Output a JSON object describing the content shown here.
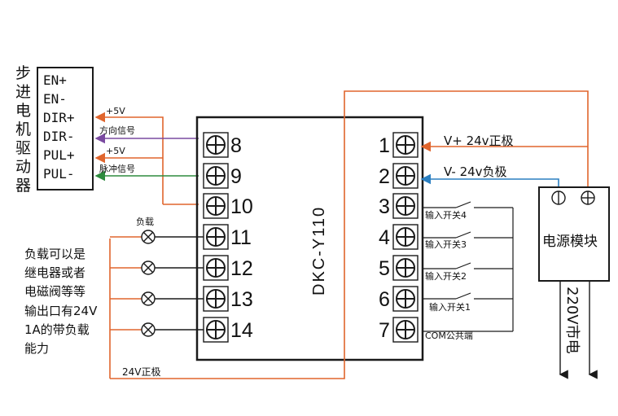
{
  "driver": {
    "label": "步进电机驱动器",
    "pins": [
      "EN+",
      "EN-",
      "DIR+",
      "DIR-",
      "PUL+",
      "PUL-"
    ]
  },
  "signals": {
    "plus5v_a": "+5V",
    "direction": "方向信号",
    "plus5v_b": "+5V",
    "pulse": "脉冲信号"
  },
  "controller": {
    "model": "DKC-Y110",
    "left_terminals": [
      "8",
      "9",
      "10",
      "11",
      "12",
      "13",
      "14"
    ],
    "right_terminals": [
      "1",
      "2",
      "3",
      "4",
      "5",
      "6",
      "7"
    ]
  },
  "right_labels": {
    "v_plus": "V+ 24v正极",
    "v_minus": "V- 24v负极",
    "input4": "输入开关4",
    "input3": "输入开关3",
    "input2": "输入开关2",
    "input1": "输入开关1",
    "com": "COM公共端"
  },
  "power_module": {
    "label": "电源模块",
    "mains": "220V市电"
  },
  "load": {
    "label": "负载",
    "description": [
      "负载可以是",
      "继电器或者",
      "电磁阀等等",
      "输出口有24V",
      "1A的带负载",
      "能力"
    ]
  },
  "bottom_label": "24V正极",
  "colors": {
    "orange": "#e0652d",
    "purple": "#7a4aa0",
    "green": "#2e8b3e",
    "blue": "#2a7fc1",
    "black": "#1a1a1a"
  }
}
